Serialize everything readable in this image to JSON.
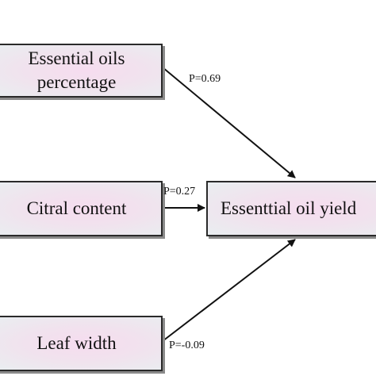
{
  "nodes": {
    "essential_oils_percentage": {
      "line1": "Essential oils",
      "line2": "percentage"
    },
    "citral_content": "Citral content",
    "leaf_width": "Leaf width",
    "essential_oil_yield": "Essenttial oil yield"
  },
  "edges": [
    {
      "from": "Essential oils percentage",
      "to": "Essenttial oil yield",
      "label": "P=0.69"
    },
    {
      "from": "Citral content",
      "to": "Essenttial oil yield",
      "label": "P=0.27"
    },
    {
      "from": "Leaf width",
      "to": "Essenttial oil yield",
      "label": "P=-0.09"
    }
  ],
  "colors": {
    "node_fill_center": "#f6dcef",
    "node_fill_edge": "#e9eef0",
    "stroke": "#111111"
  }
}
